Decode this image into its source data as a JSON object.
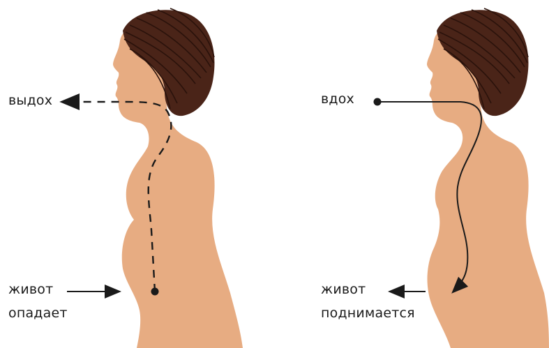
{
  "left_panel": {
    "breath_label": "выдох",
    "belly_label_line1": "живот",
    "belly_label_line2": "опадает"
  },
  "right_panel": {
    "breath_label": "вдох",
    "belly_label_line1": "живот",
    "belly_label_line2": "поднимается"
  },
  "colors": {
    "skin": "#E7AC82",
    "hair": "#4A2418",
    "hair_lines": "#2A120B",
    "ink": "#1A1A1A"
  }
}
